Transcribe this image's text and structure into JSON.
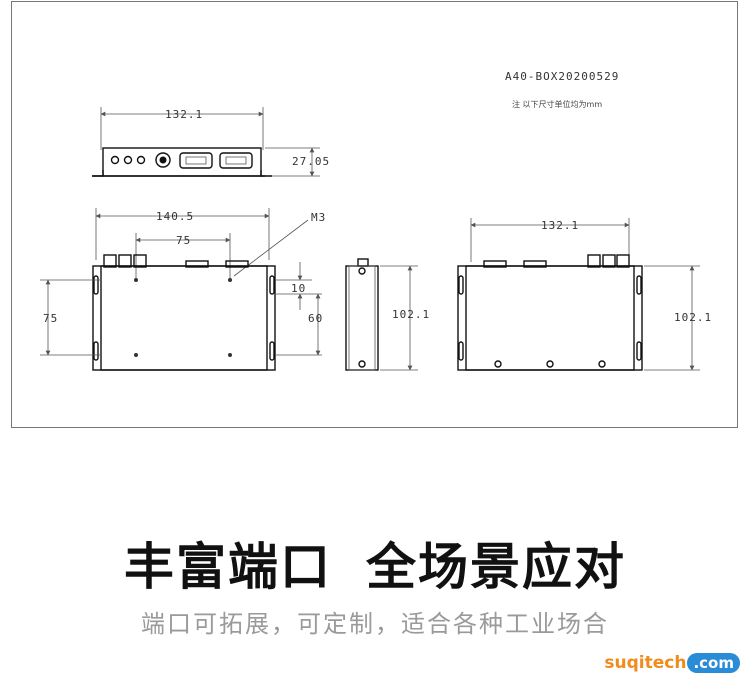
{
  "drawing": {
    "model_code": "A40-BOX20200529",
    "note": "注  以下尺寸单位均为mm",
    "front_view": {
      "width_label": "132.1",
      "height_label": "27.05"
    },
    "top_view": {
      "overall_width": "140.5",
      "hole_spacing_x": "75",
      "screw_label": "M3",
      "hole_spacing_y": "75",
      "offset_top": "10",
      "offset_side": "60"
    },
    "side_view": {
      "depth_label": "102.1"
    },
    "back_view": {
      "width_label": "132.1",
      "depth_label": "102.1"
    }
  },
  "headline": {
    "part1": "丰富端口",
    "part2": "全场景应对"
  },
  "subline": "端口可拓展，可定制，适合各种工业场合",
  "watermark": {
    "main": "suqitech",
    "tld": ".com"
  },
  "colors": {
    "watermark_orange": "#f08c1c",
    "watermark_blue": "#2a8bd6",
    "subline_gray": "#9a9a9a"
  }
}
